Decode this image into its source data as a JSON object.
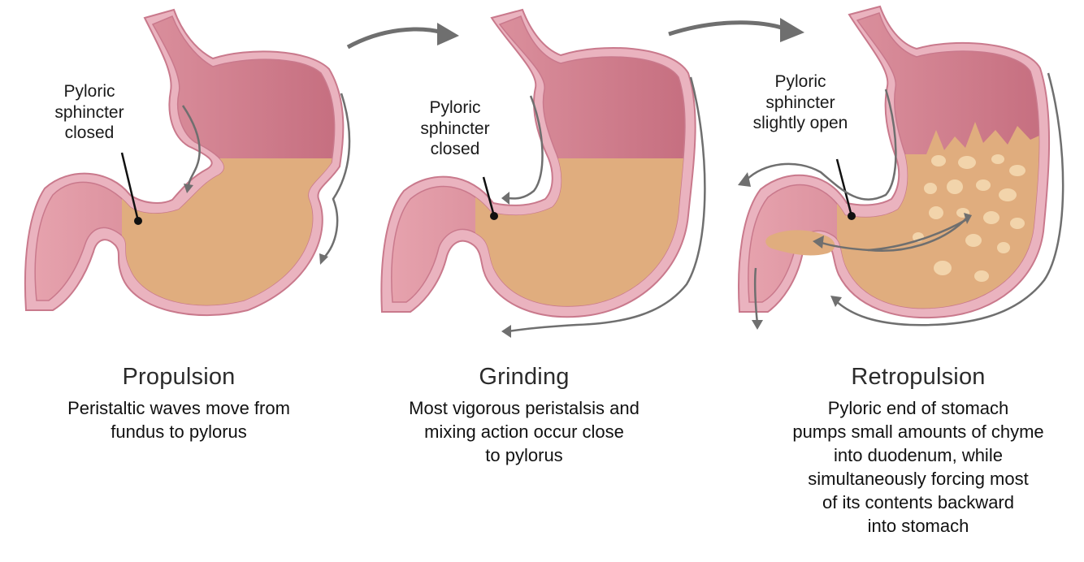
{
  "panels": [
    {
      "title": "Propulsion",
      "description": "Peristaltic waves move from\nfundus to pylorus",
      "sphincter_label": "Pyloric\nsphincter\nclosed"
    },
    {
      "title": "Grinding",
      "description": "Most vigorous peristalsis and\nmixing action occur close\nto pylorus",
      "sphincter_label": "Pyloric\nsphincter\nclosed"
    },
    {
      "title": "Retropulsion",
      "description": "Pyloric end of stomach\npumps small amounts of chyme\ninto duodenum, while\nsimultaneously forcing most\nof its contents backward\ninto stomach",
      "sphincter_label": "Pyloric\nsphincter\nslightly open"
    }
  ],
  "colors": {
    "wall_outer": "#eab3bf",
    "wall_outline": "#c9798c",
    "lumen": "#cf7f8e",
    "chyme": "#e0ad7e",
    "arrow": "#6f6f6f"
  }
}
